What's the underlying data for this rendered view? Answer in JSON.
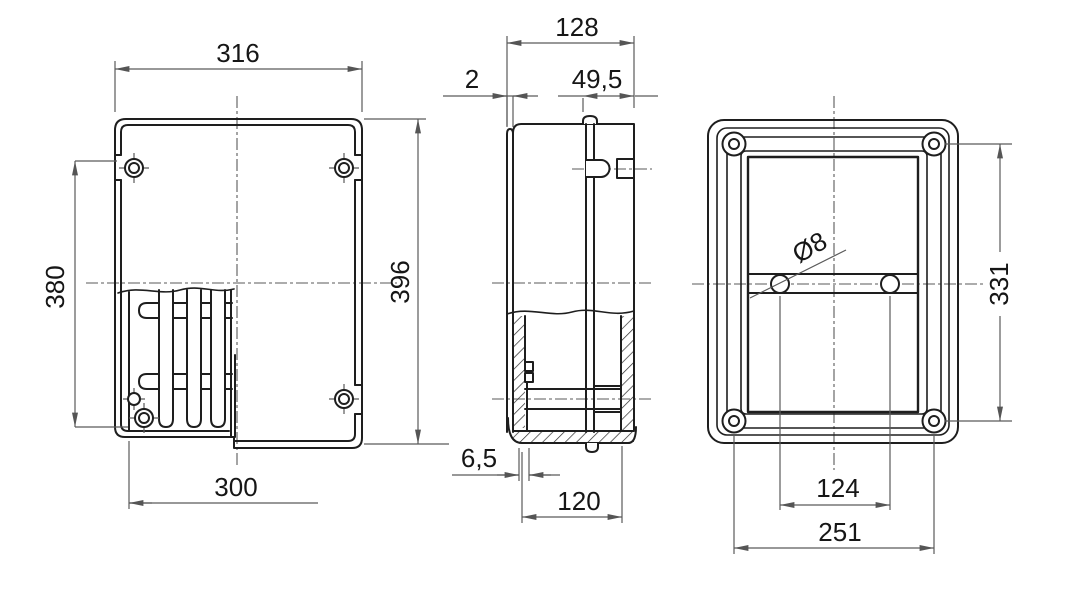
{
  "drawing": {
    "colors": {
      "background": "#ffffff",
      "object_line": "#1e1e1e",
      "dimension_line": "#5a5a5a",
      "text": "#161616"
    },
    "views": {
      "front": {
        "dims": {
          "width_top": "316",
          "height_left": "380",
          "height_right": "396",
          "width_bottom": "300"
        }
      },
      "side": {
        "dims": {
          "depth": "128",
          "lid_gap": "2",
          "screw_offset": "49,5",
          "step": "6,5",
          "inner_depth": "120"
        }
      },
      "rear": {
        "dims": {
          "hole_diameter": "Ø8",
          "height_spacing": "331",
          "hole_spacing": "124",
          "width_spacing": "251"
        }
      }
    }
  }
}
